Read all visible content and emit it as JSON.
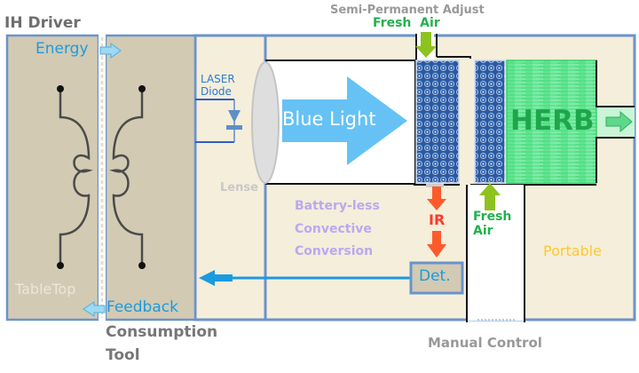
{
  "labels": {
    "ih_driver": "IH Driver",
    "energy": "Energy",
    "tabletop": "TableTop",
    "feedback": "Feedback",
    "consumption_tool_line1": "Consumption",
    "consumption_tool_line2": "Tool",
    "laser_line1": "LASER",
    "laser_line2": "Diode",
    "lense": "Lense",
    "blue_light": "Blue Light",
    "semi_permanent_adjust": "Semi-Permanent Adjust",
    "fresh_air_top": "Fresh  Air",
    "herb": "HERB",
    "ir": "IR",
    "fresh_air_bottom_line1": "Fresh",
    "fresh_air_bottom_line2": "Air",
    "battery_line1": "Battery-less",
    "battery_line2": "Convective",
    "battery_line3": "Conversion",
    "detector": "Det.",
    "portable": "Portable",
    "manual_control": "Manual Control"
  },
  "colors": {
    "panel_tan": "#d2cab3",
    "panel_cream": "#f5eeda",
    "border_blue": "#6a93cc",
    "energy_blue": "#1a9be0",
    "light_blue": "#66c2f5",
    "filter_navy": "#2c5aa0",
    "herb_green": "#55e08a",
    "herb_text": "#1fa64a",
    "air_green": "#22b14c",
    "air_arrow": "#8dc21f",
    "ir_red": "#ff5a2c",
    "purple": "#b9a9f0",
    "portable_yellow": "#ffc830",
    "gray_text": "#999999",
    "laser_blue": "#2f5ec8"
  }
}
